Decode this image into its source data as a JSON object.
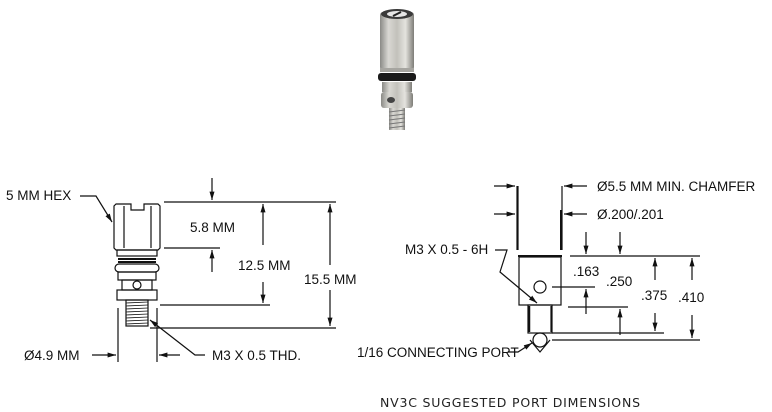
{
  "photo": {
    "alt": "NV3C needle valve product photo"
  },
  "left_drawing": {
    "labels": {
      "hex": "5 MM HEX",
      "dim_top": "5.8 MM",
      "dim_mid": "12.5 MM",
      "dim_total": "15.5 MM",
      "diameter": "Ø4.9 MM",
      "thread": "M3 X 0.5 THD."
    }
  },
  "right_drawing": {
    "labels": {
      "chamfer": "Ø5.5 MM MIN. CHAMFER",
      "bore": "Ø.200/.201",
      "thread": "M3 X 0.5 - 6H",
      "port": "1/16 CONNECTING PORT",
      "d163": ".163",
      "d250": ".250",
      "d375": ".375",
      "d410": ".410"
    },
    "caption": "NV3C SUGGESTED PORT DIMENSIONS"
  }
}
